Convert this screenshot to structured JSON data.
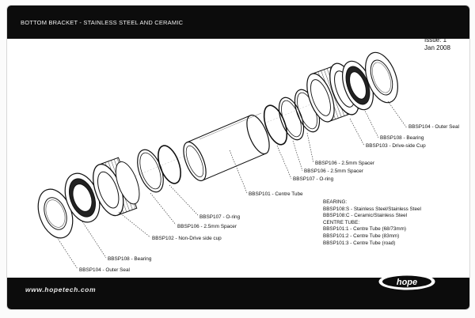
{
  "header": {
    "title": "BOTTOM BRACKET - STAINLESS STEEL AND CERAMIC",
    "issue": "Issue: 1",
    "date": "Jan 2008"
  },
  "callouts": {
    "outer_seal_right": "BBSP104 - Outer Seal",
    "bearing_right": "BBSP108 - Bearing",
    "drive_side_cup": "BBSP103 - Drive-side Cup",
    "spacer_right_1": "BBSP106 - 2.5mm Spacer",
    "spacer_right_2": "BBSP106 - 2.5mm Spacer",
    "oring_right": "BBSP107 - O-ring",
    "centre_tube": "BBSP101 - Centre Tube",
    "oring_left": "BBSP107 - O-ring",
    "spacer_left": "BBSP106 - 2.5mm Spacer",
    "non_drive_cup": "BBSP102 - Non-Drive side cup",
    "bearing_left": "BBSP108 - Bearing",
    "outer_seal_left": "BBSP104 - Outer Seal"
  },
  "legend": {
    "bearing_title": "BEARING:",
    "bearing_1": "BBSP108:S - Stainless Steel/Stainless Steel",
    "bearing_2": "BBSP108:C - Ceramic/Stainless Steel",
    "tube_title": "CENTRE TUBE:",
    "tube_1": "BBSP101:1 - Centre Tube (68/73mm)",
    "tube_2": "BBSP101:2 - Centre Tube (83mm)",
    "tube_3": "BBSP101:3 - Centre Tube (road)"
  },
  "footer": {
    "url": "www.hopetech.com",
    "logo_text": "hope"
  }
}
